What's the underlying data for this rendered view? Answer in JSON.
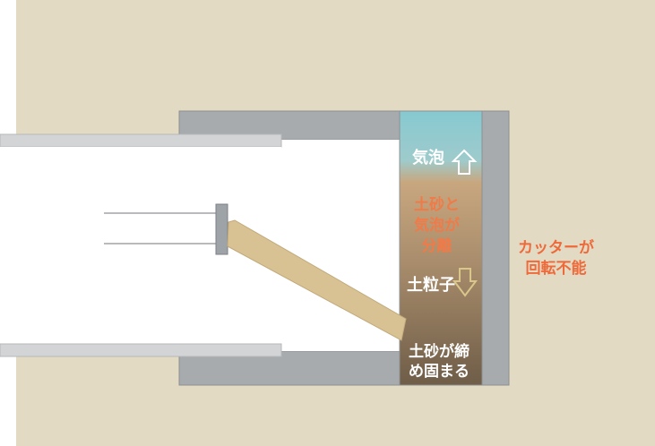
{
  "labels": {
    "bubbles": "気泡",
    "separation_line1": "土砂と",
    "separation_line2": "気泡が",
    "separation_line3": "分離",
    "soil_particles": "土粒子",
    "compaction_line1": "土砂が締",
    "compaction_line2": "め固まる",
    "cutter_line1": "カッターが",
    "cutter_line2": "回転不能"
  },
  "icons": {
    "bubbles_arrow": "up-arrow-icon",
    "soil_arrow": "down-arrow-icon"
  },
  "colors": {
    "background": "#e3dac4",
    "shell_gray": "#a6a9ac",
    "chamber_top": "#7ec3cc",
    "chamber_mid": "#b49a78",
    "chamber_bottom": "#7d6a52",
    "arm": "#d8c192",
    "cutter_label": "#ee6a3a"
  }
}
